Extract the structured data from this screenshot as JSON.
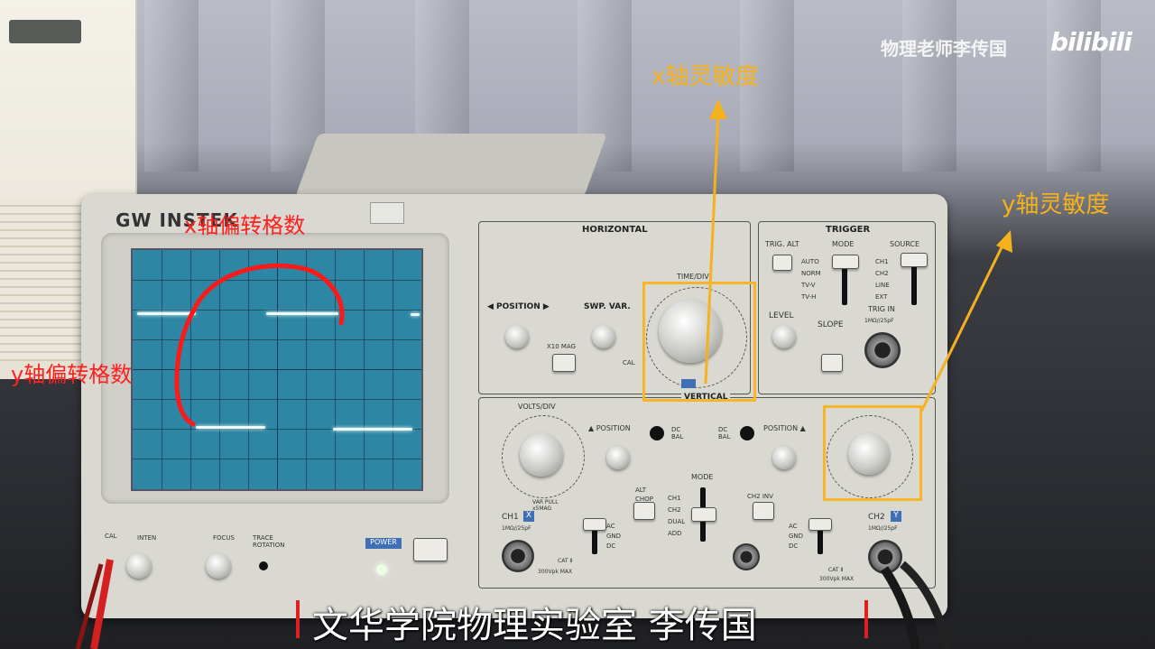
{
  "brand": "GW INSTEK",
  "watermark": {
    "author": "物理老师李传国",
    "logo": "bilibili"
  },
  "subtitle": "文华学院物理实验室   李传国",
  "annotations": {
    "x_sensitivity": "x轴灵敏度",
    "y_sensitivity": "y轴灵敏度",
    "x_deflection": "x轴偏转格数",
    "y_deflection": "y轴偏转格数"
  },
  "panel": {
    "horizontal": "HORIZONTAL",
    "trigger": "TRIGGER",
    "vertical": "VERTICAL",
    "position_h": "◀ POSITION ▶",
    "swp_var": "SWP. VAR.",
    "x10_mag": "X10 MAG",
    "cal": "CAL",
    "time_div": "TIME/DIV",
    "trig_alt": "TRIG. ALT",
    "mode": "MODE",
    "source": "SOURCE",
    "mode_options": [
      "AUTO",
      "NORM",
      "TV-V",
      "TV-H"
    ],
    "source_options": [
      "CH1",
      "CH2",
      "LINE",
      "EXT"
    ],
    "level": "LEVEL",
    "slope": "SLOPE",
    "trig_in": "TRIG IN",
    "trig_in_spec": "1MΩ//25pF",
    "volts_div": "VOLTS/DIV",
    "position_v1": "▲ POSITION",
    "position_v2": "POSITION ▲",
    "dc_bal": "DC BAL",
    "var_pull": "VAR PULL x5MAG",
    "alt": "ALT",
    "chop": "CHOP",
    "vmode": "MODE",
    "vmode_options": [
      "CH1",
      "CH2",
      "DUAL",
      "ADD"
    ],
    "ch1": "CH1",
    "ch1_tag": "X",
    "ch2": "CH2",
    "ch2_tag": "Y",
    "ch2_inv": "CH2 INV",
    "coupling": [
      "AC",
      "GND",
      "DC"
    ],
    "input_spec": "1MΩ//25pF",
    "cat": "CAT Ⅱ",
    "max": "300Vpk MAX",
    "power": "POWER",
    "intens": "INTEN",
    "focus": "FOCUS",
    "trace_rotation": "TRACE ROTATION",
    "cal_out": "CAL"
  }
}
